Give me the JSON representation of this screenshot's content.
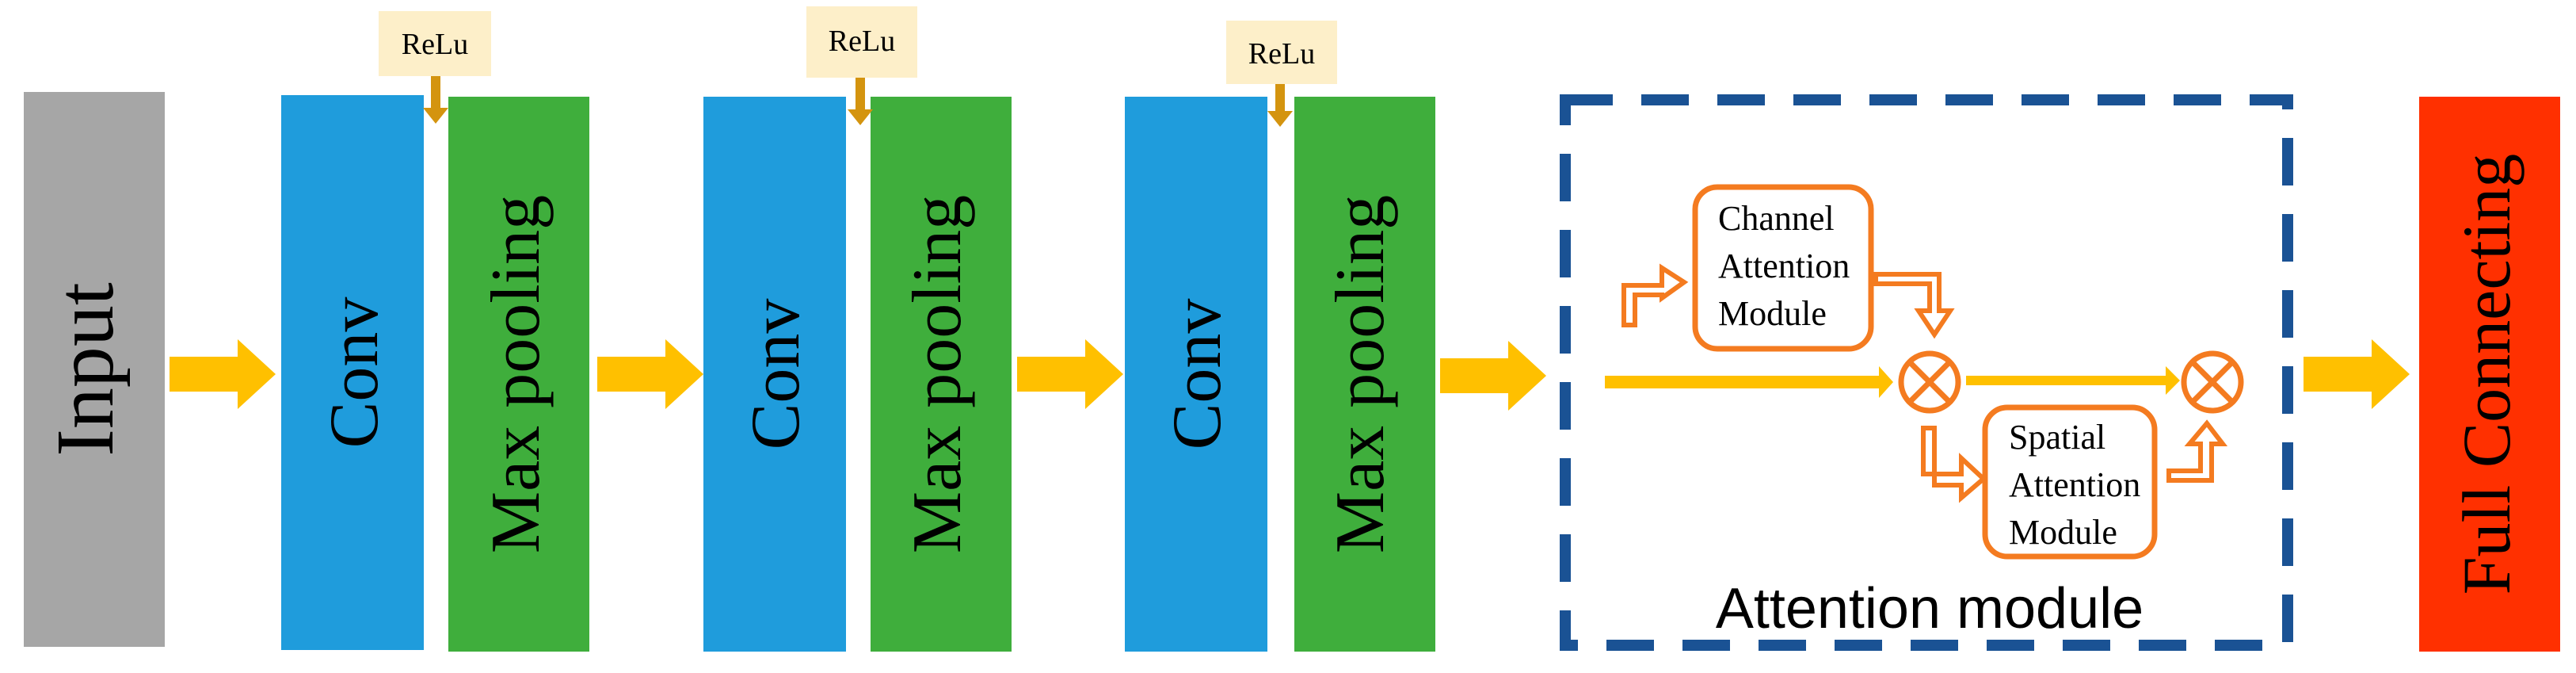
{
  "blocks": {
    "input": "Input",
    "conv": "Conv",
    "maxpool": "Max pooling",
    "full": "Full Connecting"
  },
  "relu": "ReLu",
  "attention": {
    "title": "Attention module",
    "channel": [
      "Channel",
      "Attention",
      "Module"
    ],
    "spatial": [
      "Spatial",
      "Attention",
      "Module"
    ]
  },
  "colors": {
    "input": "#a6a6a6",
    "conv": "#1f9cdc",
    "maxpool": "#3fae3c",
    "full": "#ff3000",
    "arrow": "#ffc000",
    "relu_bg": "#fdefc9",
    "relu_arrow": "#d4940f",
    "dashed": "#1a5294",
    "orange": "#f47b20"
  }
}
